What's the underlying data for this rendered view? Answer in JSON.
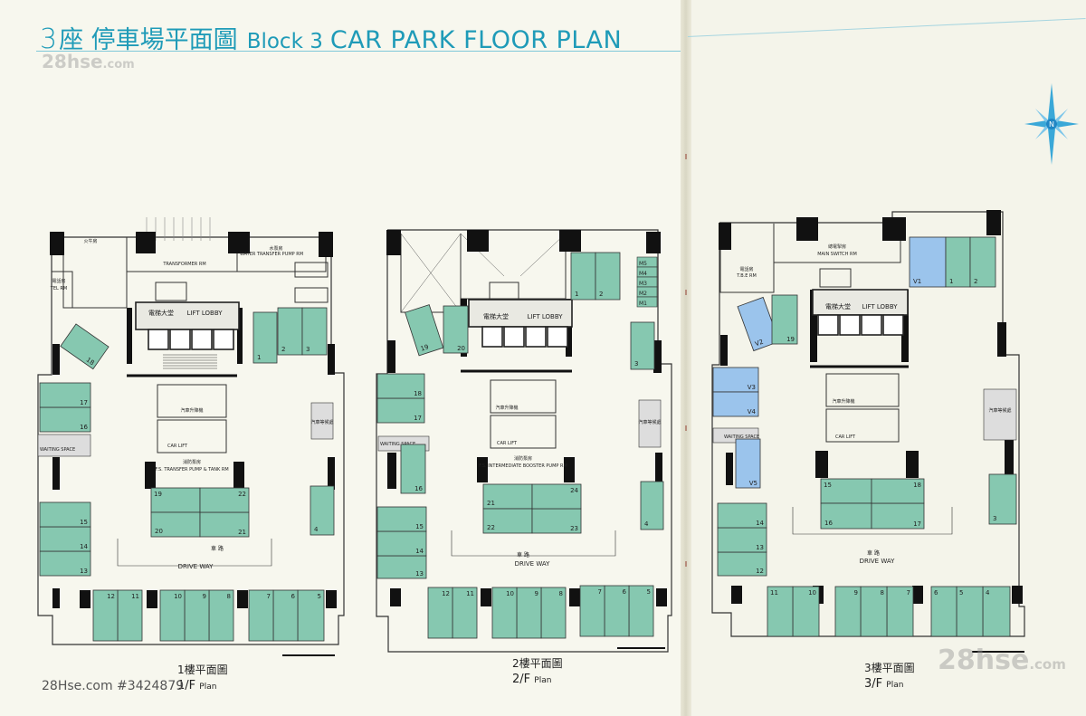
{
  "title": {
    "block_no": "3",
    "zh": "座 停車場平面圖",
    "en_block": "Block 3",
    "en_plan": "CAR PARK FLOOR PLAN"
  },
  "watermark": {
    "text": "28hse",
    "suffix": ".com",
    "corner_text": "28hse"
  },
  "footer_id": "28Hse.com #3424879",
  "colors": {
    "parking": "#86c8b0",
    "visitor": "#9bc4ec",
    "wall": "#111111",
    "accent": "#1f9bb8"
  },
  "common_labels": {
    "lift_lobby_zh": "電梯大堂",
    "lift_lobby_en": "LIFT LOBBY",
    "car_lift_zh": "汽車升降機",
    "car_lift_en": "CAR LIFT",
    "drive_zh": "車 路",
    "drive_en": "DRIVE WAY",
    "waiting_space": "WAITING SPACE",
    "car_waiting_zh": "汽車等候處",
    "plan_word": "Plan"
  },
  "floors": [
    {
      "id": "1f",
      "caption_zh": "1樓平面圖",
      "caption_en": "1/F",
      "rooms": {
        "transformer": "TRANSFORMER RM",
        "water_pump": "WATER TRANSFER PUMP RM",
        "water_pump_zh": "水泵房",
        "tel_rm": "TEL RM",
        "tel_zh": "電話房",
        "fire_zh": "火牛房",
        "fs_pump": "F.S. TRANSFER PUMP & TANK RM",
        "fs_zh": "消防泵房"
      },
      "spaces": [
        "1",
        "2",
        "3",
        "4",
        "5",
        "6",
        "7",
        "8",
        "9",
        "10",
        "11",
        "12",
        "13",
        "14",
        "15",
        "16",
        "17",
        "18",
        "19",
        "20",
        "21",
        "22"
      ]
    },
    {
      "id": "2f",
      "caption_zh": "2樓平面圖",
      "caption_en": "2/F",
      "rooms": {
        "fs_pump": "F.S. INTERMEDIATE BOOSTER PUMP RM",
        "fs_zh": "消防泵房"
      },
      "motorcycle": [
        "M5",
        "M4",
        "M3",
        "M2",
        "M1"
      ],
      "spaces": [
        "1",
        "2",
        "3",
        "4",
        "5",
        "6",
        "7",
        "8",
        "9",
        "10",
        "11",
        "12",
        "13",
        "14",
        "15",
        "16",
        "17",
        "18",
        "19",
        "20",
        "21",
        "22",
        "23",
        "24"
      ]
    },
    {
      "id": "3f",
      "caption_zh": "3樓平面圖",
      "caption_en": "3/F",
      "rooms": {
        "tel_rm": "T.B.E RM",
        "tel_zh": "電話房",
        "main_switch": "MAIN SWITCH RM",
        "main_switch_zh": "總電掣房"
      },
      "visitor": [
        "V1",
        "V2",
        "V3",
        "V4",
        "V5"
      ],
      "spaces": [
        "1",
        "2",
        "3",
        "4",
        "5",
        "6",
        "7",
        "8",
        "9",
        "10",
        "11",
        "12",
        "13",
        "14",
        "15",
        "16",
        "17",
        "18",
        "19"
      ]
    }
  ]
}
